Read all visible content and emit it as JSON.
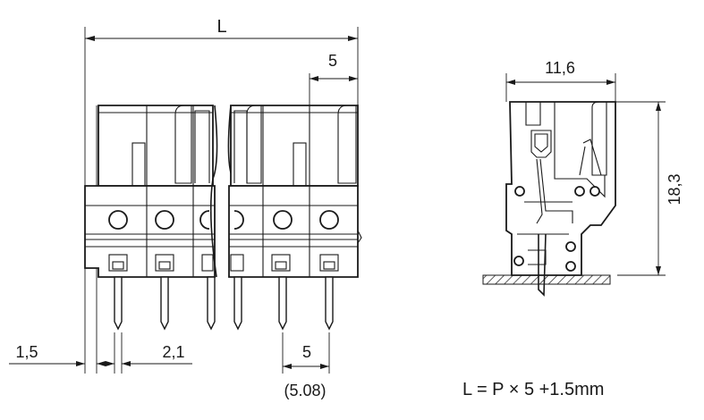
{
  "dimensions": {
    "total_length": "L",
    "pitch_top": "5",
    "pin_offset": "1,5",
    "pin_spacing": "2,1",
    "pitch_bottom": "5",
    "pitch_metric": "(5.08)",
    "side_width": "11,6",
    "side_height": "18,3"
  },
  "formula": "L = P × 5 +1.5mm"
}
